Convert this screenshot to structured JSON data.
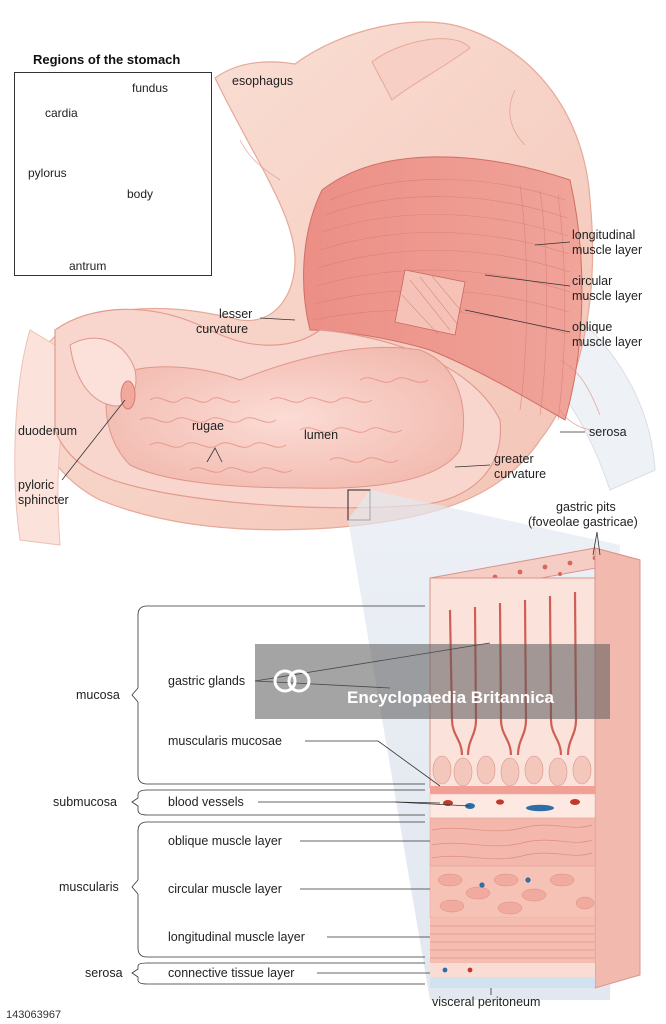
{
  "inset": {
    "title": "Regions of the stomach",
    "labels": {
      "fundus": "fundus",
      "cardia": "cardia",
      "pylorus": "pylorus",
      "body": "body",
      "antrum": "antrum"
    }
  },
  "stomach_labels": {
    "esophagus": "esophagus",
    "longitudinal_1": "longitudinal",
    "longitudinal_2": "muscle layer",
    "circular_1": "circular",
    "circular_2": "muscle layer",
    "oblique_1": "oblique",
    "oblique_2": "muscle layer",
    "lesser_1": "lesser",
    "lesser_2": "curvature",
    "duodenum": "duodenum",
    "rugae": "rugae",
    "lumen": "lumen",
    "serosa": "serosa",
    "greater_1": "greater",
    "greater_2": "curvature",
    "pyloric_1": "pyloric",
    "pyloric_2": "sphincter"
  },
  "section_labels": {
    "gastric_pits_1": "gastric pits",
    "gastric_pits_2": "(foveolae gastricae)",
    "mucosa": "mucosa",
    "gastric_glands": "gastric glands",
    "muscularis_mucosae": "muscularis mucosae",
    "submucosa": "submucosa",
    "blood_vessels": "blood vessels",
    "oblique_layer": "oblique muscle layer",
    "muscularis": "muscularis",
    "circular_layer": "circular muscle layer",
    "longitudinal_layer": "longitudinal muscle layer",
    "serosa": "serosa",
    "connective": "connective tissue layer",
    "visceral": "visceral peritoneum"
  },
  "watermark": {
    "brand": "Encyclopaedia Britannica",
    "image_ref": "143063967"
  }
}
